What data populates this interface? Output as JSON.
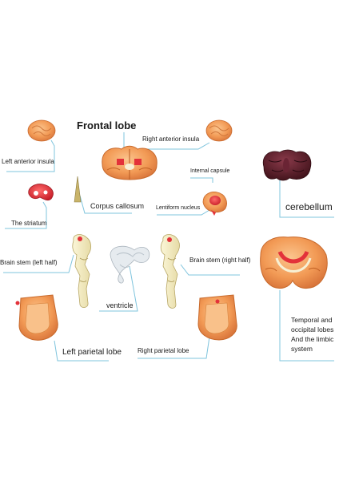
{
  "labels": {
    "frontal_lobe": "Frontal lobe",
    "right_anterior_insula": "Right anterior insula",
    "left_anterior_insula": "Left anterior insula",
    "internal_capsule": "Internal capsule",
    "corpus_callosum": "Corpus callosum",
    "lentiform_nucleus": "Lentiform nucleus",
    "cerebellum": "cerebellum",
    "striatum": "The striatum",
    "brain_stem_left": "Brain stem (left half)",
    "brain_stem_right": "Brain stem (right half)",
    "ventricle": "ventricle",
    "left_parietal_lobe": "Left parietal lobe",
    "right_parietal_lobe": "Right parietal lobe",
    "temporal_occipital": [
      "Temporal and",
      "occipital lobes",
      "And the limbic",
      "system"
    ]
  },
  "colors": {
    "leader_line": "#7fc4dd",
    "model_orange": "#f2a15c",
    "model_red": "#e3323a",
    "cerebellum": "#5a1e2b",
    "bone": "#f3ecc2",
    "ventricle": "#dfe5ea"
  }
}
